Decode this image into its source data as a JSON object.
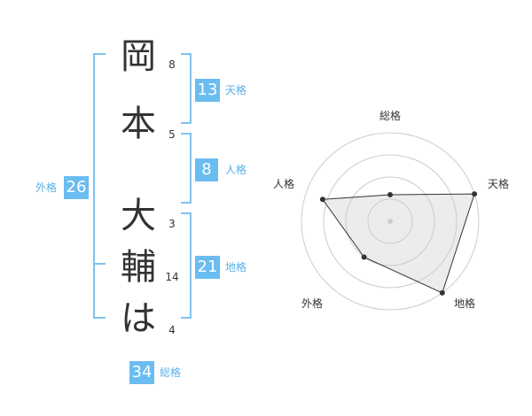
{
  "name_chars": [
    {
      "char": "岡",
      "strokes": "8"
    },
    {
      "char": "本",
      "strokes": "5"
    },
    {
      "char": "大",
      "strokes": "3"
    },
    {
      "char": "輔",
      "strokes": "14"
    },
    {
      "char": "は",
      "strokes": "4"
    }
  ],
  "kakusu": {
    "tenkaku": {
      "value": "13",
      "label": "天格"
    },
    "jinkaku": {
      "value": "8",
      "label": "人格"
    },
    "chikaku": {
      "value": "21",
      "label": "地格"
    },
    "gaikaku": {
      "value": "26",
      "label": "外格"
    },
    "soukaku": {
      "value": "34",
      "label": "総格"
    }
  },
  "radar": {
    "labels": {
      "soukaku": "総格",
      "tenkaku": "天格",
      "chikaku": "地格",
      "gaikaku": "外格",
      "jinkaku": "人格"
    },
    "scores": {
      "soukaku": 0.3,
      "tenkaku": 1.0,
      "chikaku": 1.0,
      "gaikaku": 0.5,
      "jinkaku": 0.8
    }
  },
  "colors": {
    "accent": "#6bbcf0",
    "bracket": "#7ec4ee",
    "label": "#5aaee6",
    "text": "#333333"
  }
}
